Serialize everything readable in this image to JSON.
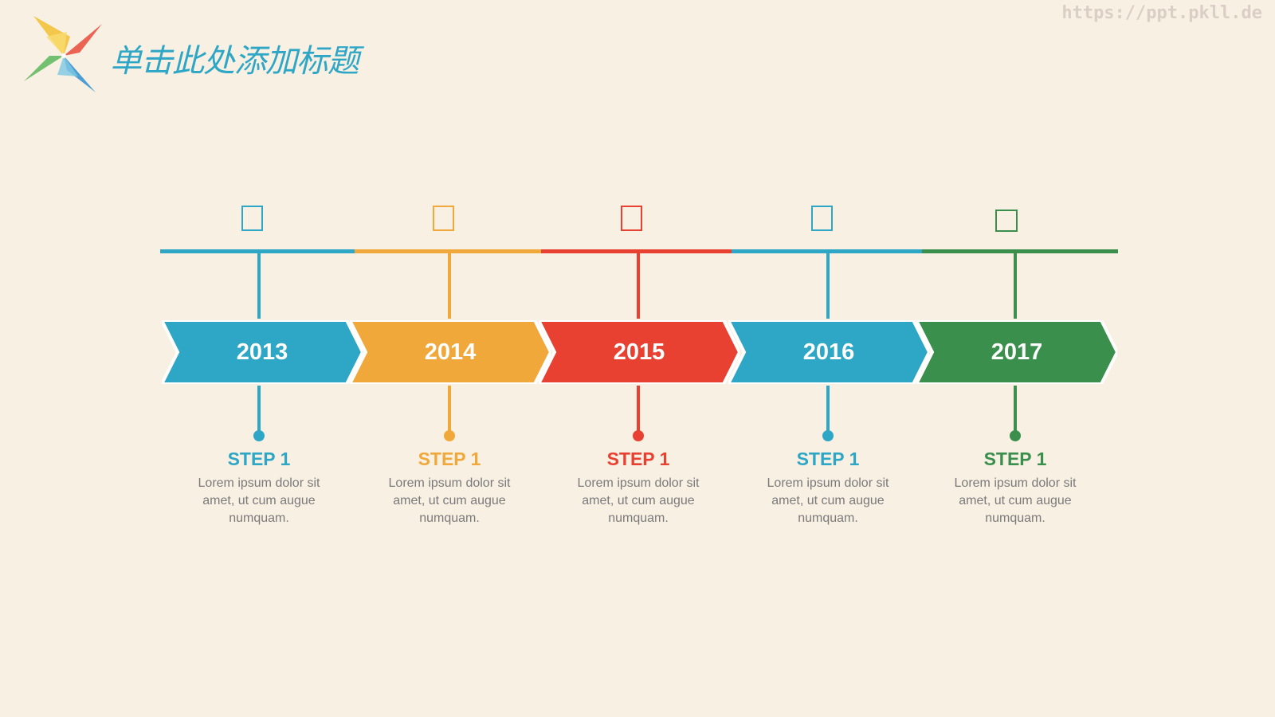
{
  "page": {
    "title": "单击此处添加标题",
    "watermark": "https://ppt.pkll.de"
  },
  "logo_icon": "pinwheel-icon",
  "colors": {
    "background": "#f9f0e4",
    "title": "#2ea6c6"
  },
  "timeline": [
    {
      "year": "2013",
      "step": "STEP 1",
      "desc": [
        "Lorem ipsum dolor sit",
        "amet, ut cum augue",
        "numquam."
      ],
      "color": "#2ea6c6"
    },
    {
      "year": "2014",
      "step": "STEP 1",
      "desc": [
        "Lorem ipsum dolor sit",
        "amet, ut cum augue",
        "numquam."
      ],
      "color": "#f0a83a"
    },
    {
      "year": "2015",
      "step": "STEP 1",
      "desc": [
        "Lorem ipsum dolor sit",
        "amet, ut cum augue",
        "numquam."
      ],
      "color": "#e84132"
    },
    {
      "year": "2016",
      "step": "STEP 1",
      "desc": [
        "Lorem ipsum dolor sit",
        "amet, ut cum augue",
        "numquam."
      ],
      "color": "#2ea6c6"
    },
    {
      "year": "2017",
      "step": "STEP 1",
      "desc": [
        "Lorem ipsum dolor sit",
        "amet, ut cum augue",
        "numquam."
      ],
      "color": "#3a8f4c"
    }
  ]
}
